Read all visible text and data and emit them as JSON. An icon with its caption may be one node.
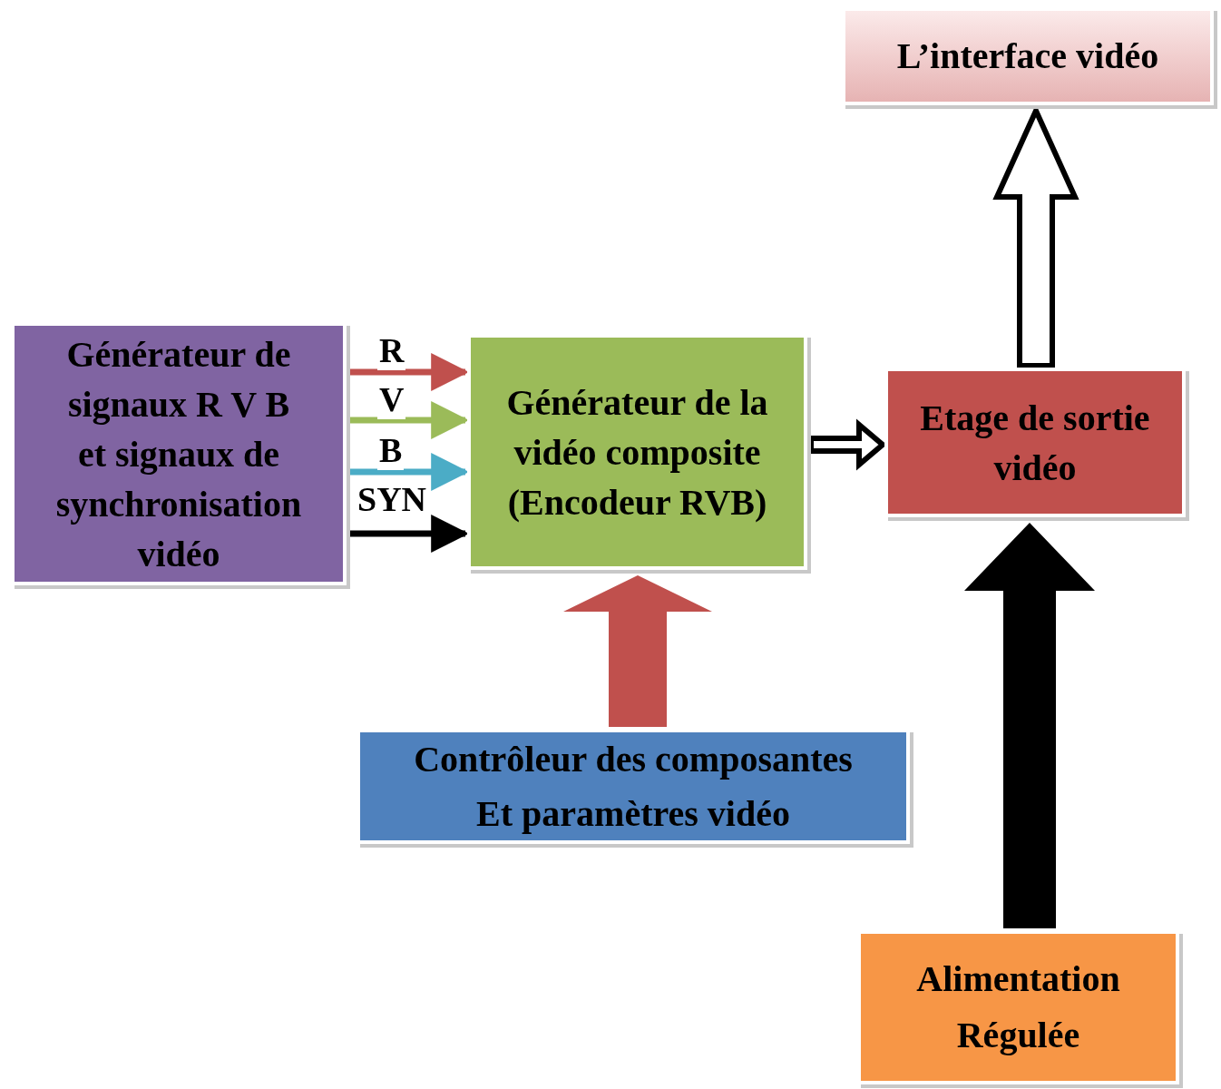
{
  "diagram": {
    "nodes": [
      {
        "text": [
          "Générateur de signaux R V B et signaux de synchronisation vidéo"
        ]
      },
      {
        "text": [
          "Générateur de la vidéo composite (Encodeur RVB)"
        ]
      },
      {
        "text": [
          "Etage de sortie vidéo"
        ]
      },
      {
        "text": [
          "L’interface vidéo"
        ]
      },
      {
        "text": [
          "Contrôleur des composantes Et paramètres vidéo"
        ]
      },
      {
        "text": [
          "Alimentation Régulée"
        ]
      }
    ],
    "edges": [
      {
        "from": 0,
        "to": 1,
        "arrow": "to",
        "label": "R",
        "color": "#c0504d"
      },
      {
        "from": 0,
        "to": 1,
        "arrow": "to",
        "label": "V",
        "color": "#9bbb59"
      },
      {
        "from": 0,
        "to": 1,
        "arrow": "to",
        "label": "B",
        "color": "#4bacc6"
      },
      {
        "from": 0,
        "to": 1,
        "arrow": "to",
        "label": "SYN",
        "color": "#000000"
      },
      {
        "from": 1,
        "to": 2,
        "arrow": "to",
        "style": "thick"
      },
      {
        "from": 2,
        "to": 3,
        "arrow": "to",
        "style": "thick"
      },
      {
        "from": 4,
        "to": 1,
        "arrow": "to",
        "style": "thick",
        "color": "#c0504d"
      },
      {
        "from": 5,
        "to": 2,
        "arrow": "to",
        "style": "thick",
        "color": "#000000"
      }
    ]
  }
}
